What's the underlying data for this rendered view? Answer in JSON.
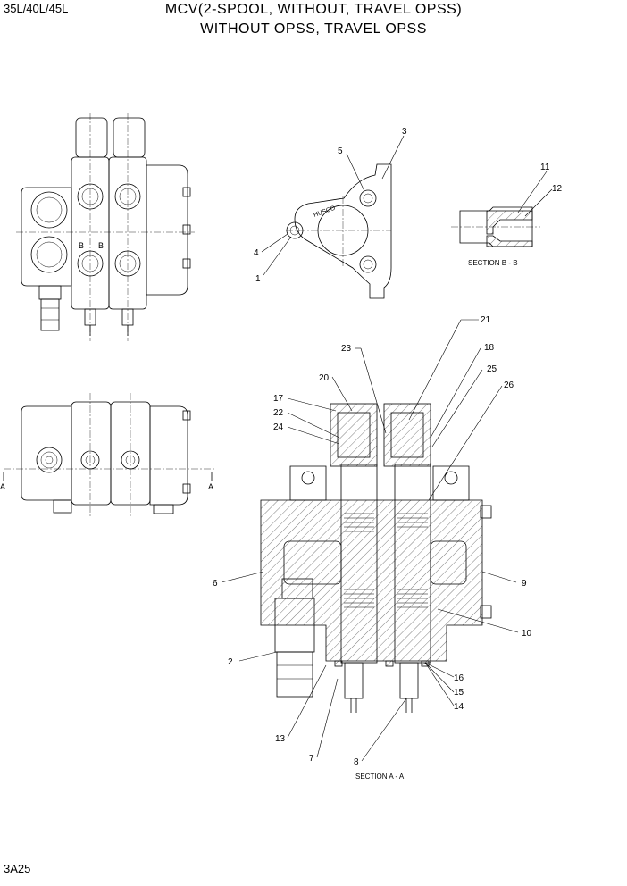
{
  "header": {
    "model": "35L/40L/45L",
    "title_line1": "MCV(2-SPOOL, WITHOUT, TRAVEL OPSS)",
    "title_line2": "WITHOUT OPSS, TRAVEL OPSS"
  },
  "footer": {
    "page_code": "3A25"
  },
  "sections": {
    "bb": "SECTION B - B",
    "aa": "SECTION A - A",
    "mark_a": "A",
    "mark_b": "B"
  },
  "brand_mark": "HUSCO",
  "callouts": [
    "1",
    "2",
    "3",
    "4",
    "5",
    "6",
    "7",
    "8",
    "9",
    "10",
    "11",
    "12",
    "13",
    "14",
    "15",
    "16",
    "17",
    "18",
    "20",
    "21",
    "22",
    "23",
    "24",
    "25",
    "26"
  ]
}
